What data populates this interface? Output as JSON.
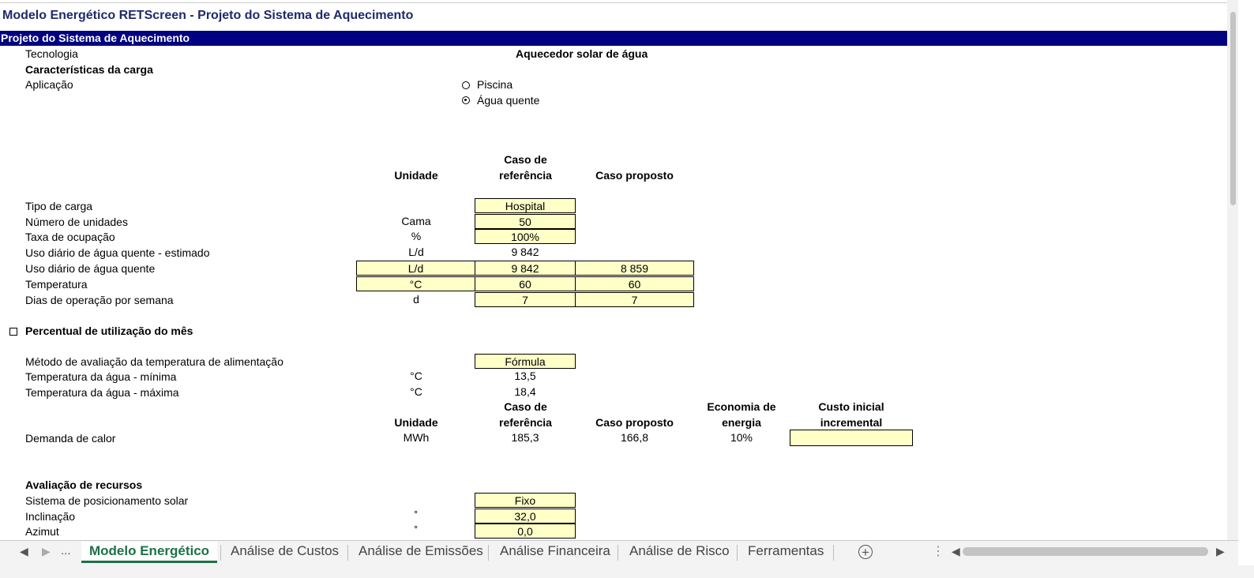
{
  "window": {
    "title": "Modelo Energético RETScreen - Projeto do Sistema de Aquecimento"
  },
  "section": {
    "title": "Projeto do Sistema de Aquecimento"
  },
  "tecnologia": {
    "label": "Tecnologia",
    "value": "Aquecedor solar de água"
  },
  "carga": {
    "heading": "Características da carga",
    "aplicacao_label": "Aplicação",
    "options": [
      "Piscina",
      "Água quente"
    ],
    "selected": "Água quente"
  },
  "headers": {
    "unidade": "Unidade",
    "caso_ref_1": "Caso de",
    "caso_ref_2": "referência",
    "caso_proposto": "Caso proposto",
    "economia_1": "Economia de",
    "economia_2": "energia",
    "custo_1": "Custo inicial",
    "custo_2": "incremental"
  },
  "rows": [
    {
      "label": "Tipo de carga",
      "unit": "",
      "ref": "Hospital",
      "prop": ""
    },
    {
      "label": "Número de unidades",
      "unit": "Cama",
      "ref": "50",
      "prop": ""
    },
    {
      "label": "Taxa de ocupação",
      "unit": "%",
      "ref": "100%",
      "prop": ""
    },
    {
      "label": "Uso diário de água quente - estimado",
      "unit": "L/d",
      "ref": "9 842",
      "prop": ""
    },
    {
      "label": "Uso diário de água quente",
      "unit": "L/d",
      "ref": "9 842",
      "prop": "8 859"
    },
    {
      "label": "Temperatura",
      "unit": "°C",
      "ref": "60",
      "prop": "60"
    },
    {
      "label": "Dias de operação por semana",
      "unit": "d",
      "ref": "7",
      "prop": "7"
    }
  ],
  "utilizacao": {
    "label": "Percentual de utilização do mês"
  },
  "alimentacao": [
    {
      "label": "Método de avaliação da temperatura de alimentação",
      "unit": "",
      "value": "Fórmula"
    },
    {
      "label": "Temperatura da água - mínima",
      "unit": "°C",
      "value": "13,5"
    },
    {
      "label": "Temperatura da água - máxima",
      "unit": "°C",
      "value": "18,4"
    }
  ],
  "demanda": {
    "label": "Demanda de calor",
    "unit": "MWh",
    "ref": "185,3",
    "prop": "166,8",
    "economia": "10%",
    "custo": ""
  },
  "recursos": {
    "heading": "Avaliação de recursos",
    "rows": [
      {
        "label": "Sistema de posicionamento solar",
        "unit": "",
        "value": "Fixo"
      },
      {
        "label": "Inclinação",
        "unit": "˚",
        "value": "32,0"
      },
      {
        "label": "Azimut",
        "unit": "˚",
        "value": "0,0"
      }
    ]
  },
  "tabs": {
    "more": "...",
    "items": [
      "Modelo Energético",
      "Análise de Custos",
      "Análise de Emissões",
      "Análise Financeira",
      "Análise de Risco",
      "Ferramentas"
    ],
    "active": "Modelo Energético"
  }
}
